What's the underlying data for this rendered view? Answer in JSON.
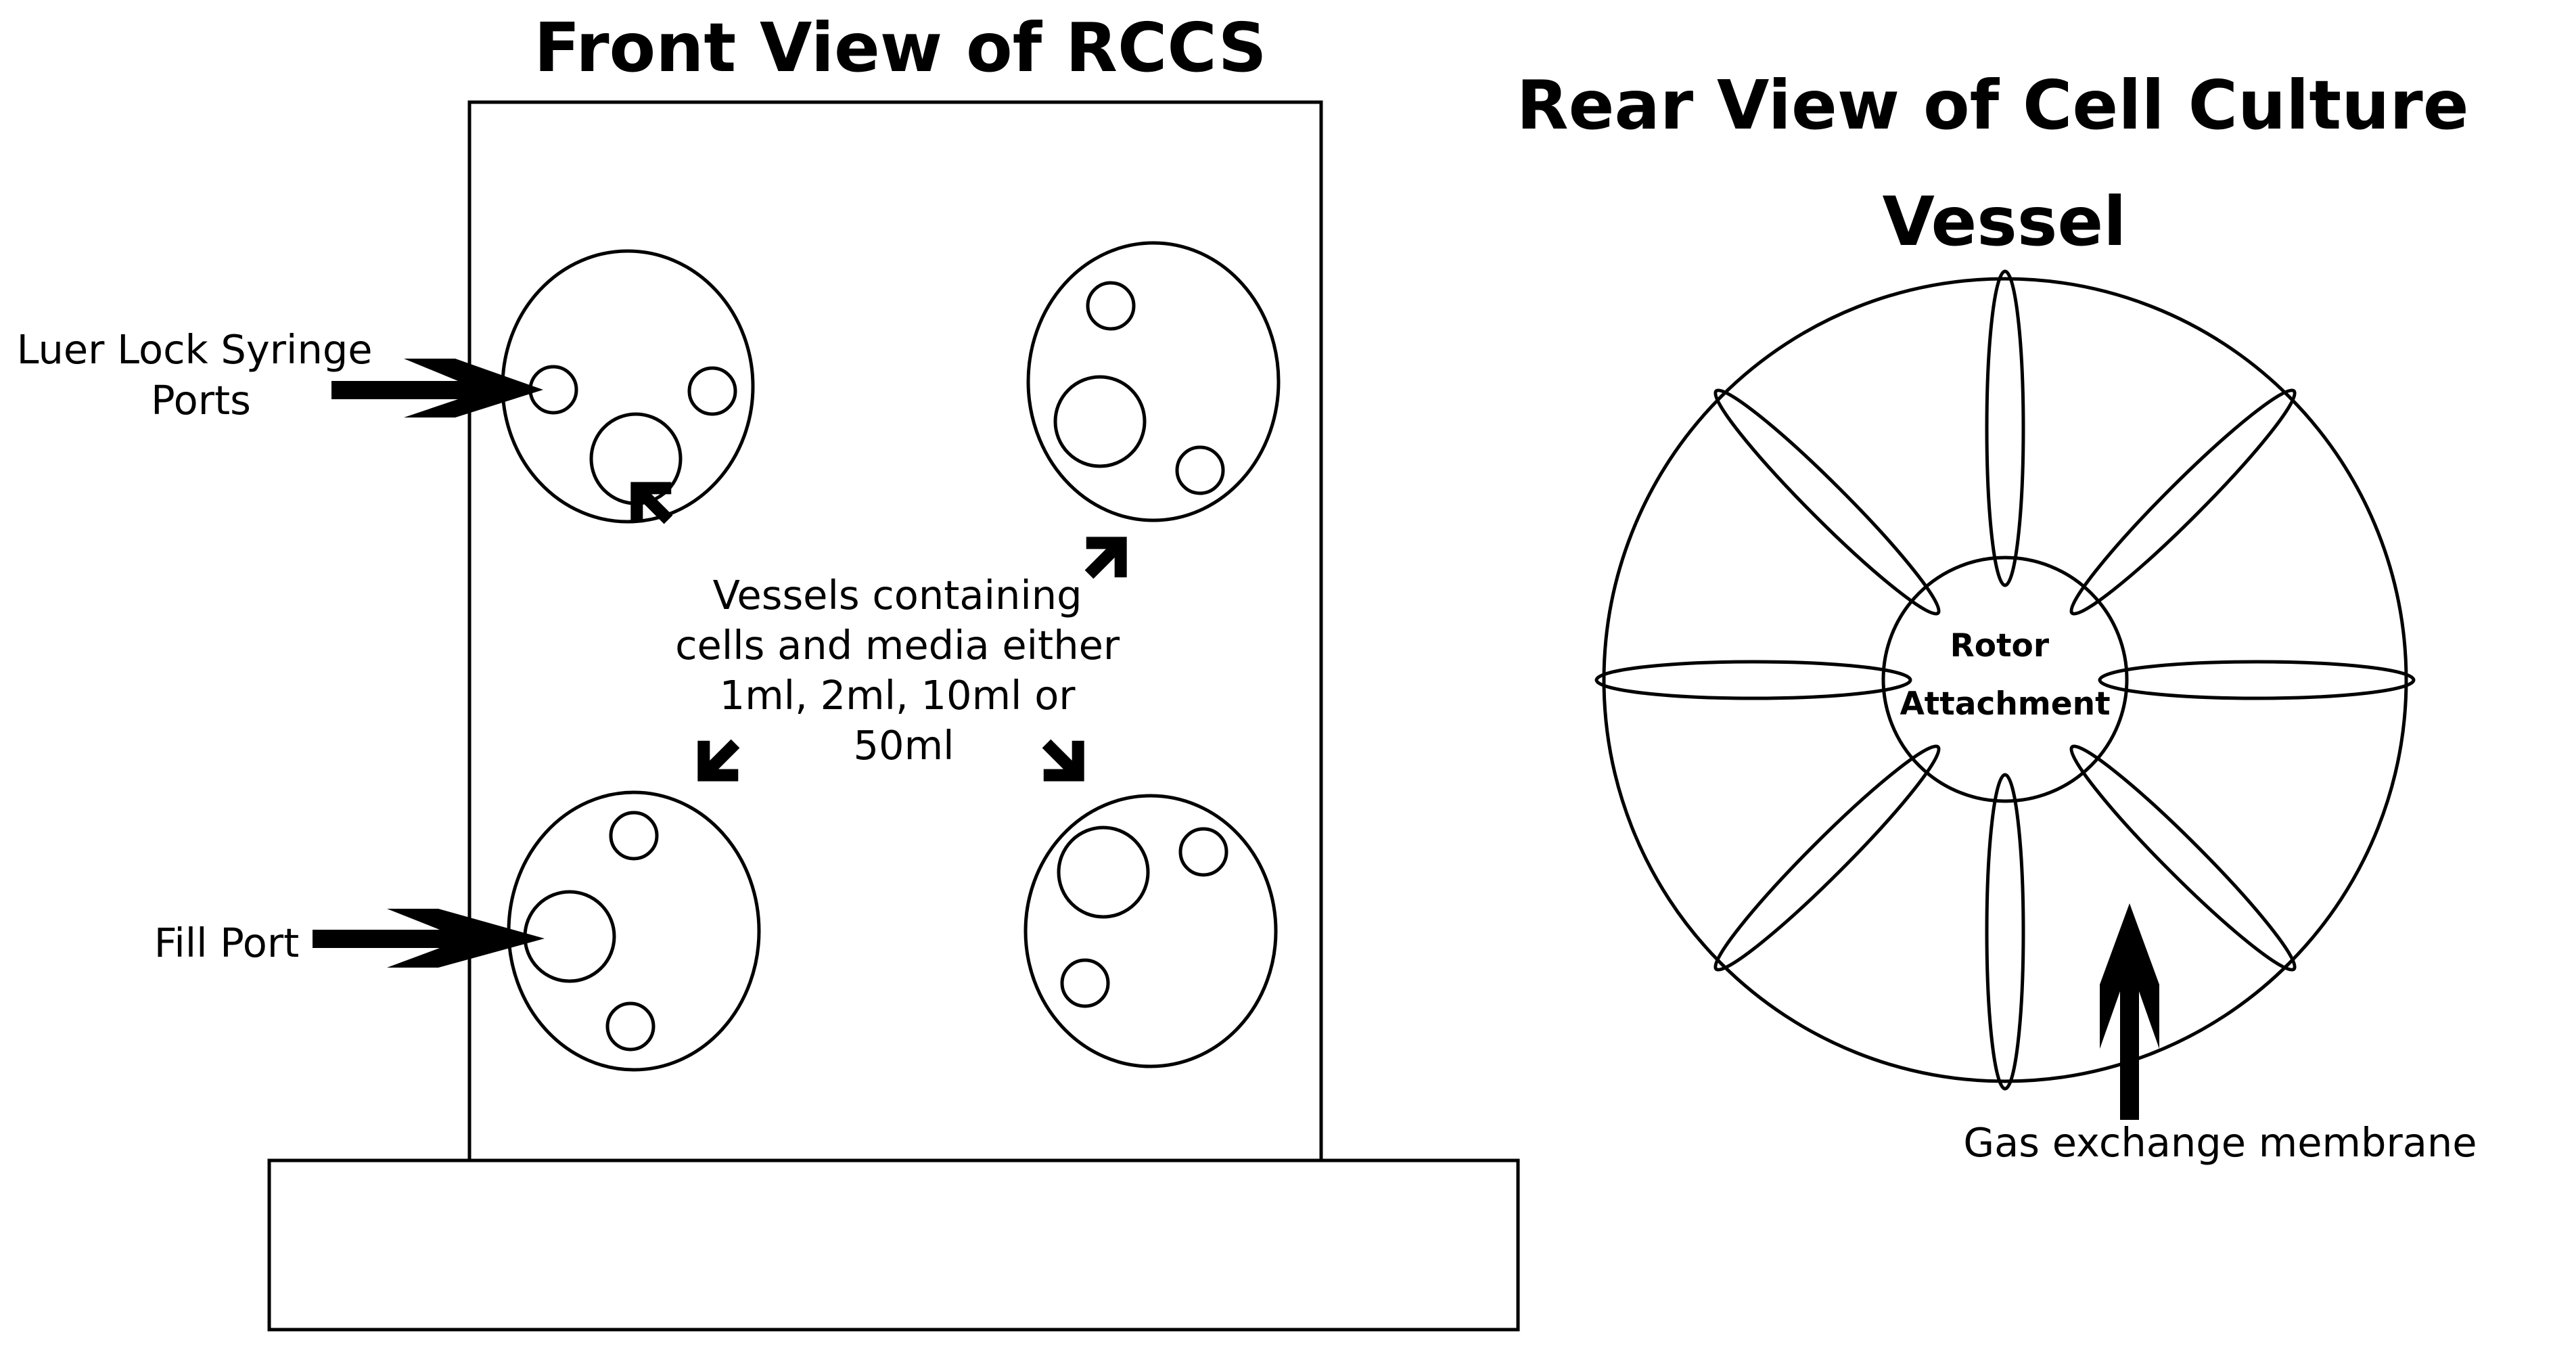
{
  "front_view": {
    "title": "Front View of RCCS",
    "luer_label_line1": "Luer Lock Syringe",
    "luer_label_line2": "Ports",
    "fill_port_label": "Fill Port",
    "vessels_label_line1": "Vessels containing",
    "vessels_label_line2": "cells and media either",
    "vessels_label_line3": "1ml, 2ml, 10ml or",
    "vessels_label_line4": "50ml"
  },
  "rear_view": {
    "title_line1": "Rear View of Cell Culture",
    "title_line2": "Vessel",
    "rotor_line1": "Rotor",
    "rotor_line2": "Attachment",
    "membrane_label": "Gas exchange membrane"
  },
  "colors": {
    "stroke": "#000000",
    "background": "#ffffff"
  }
}
